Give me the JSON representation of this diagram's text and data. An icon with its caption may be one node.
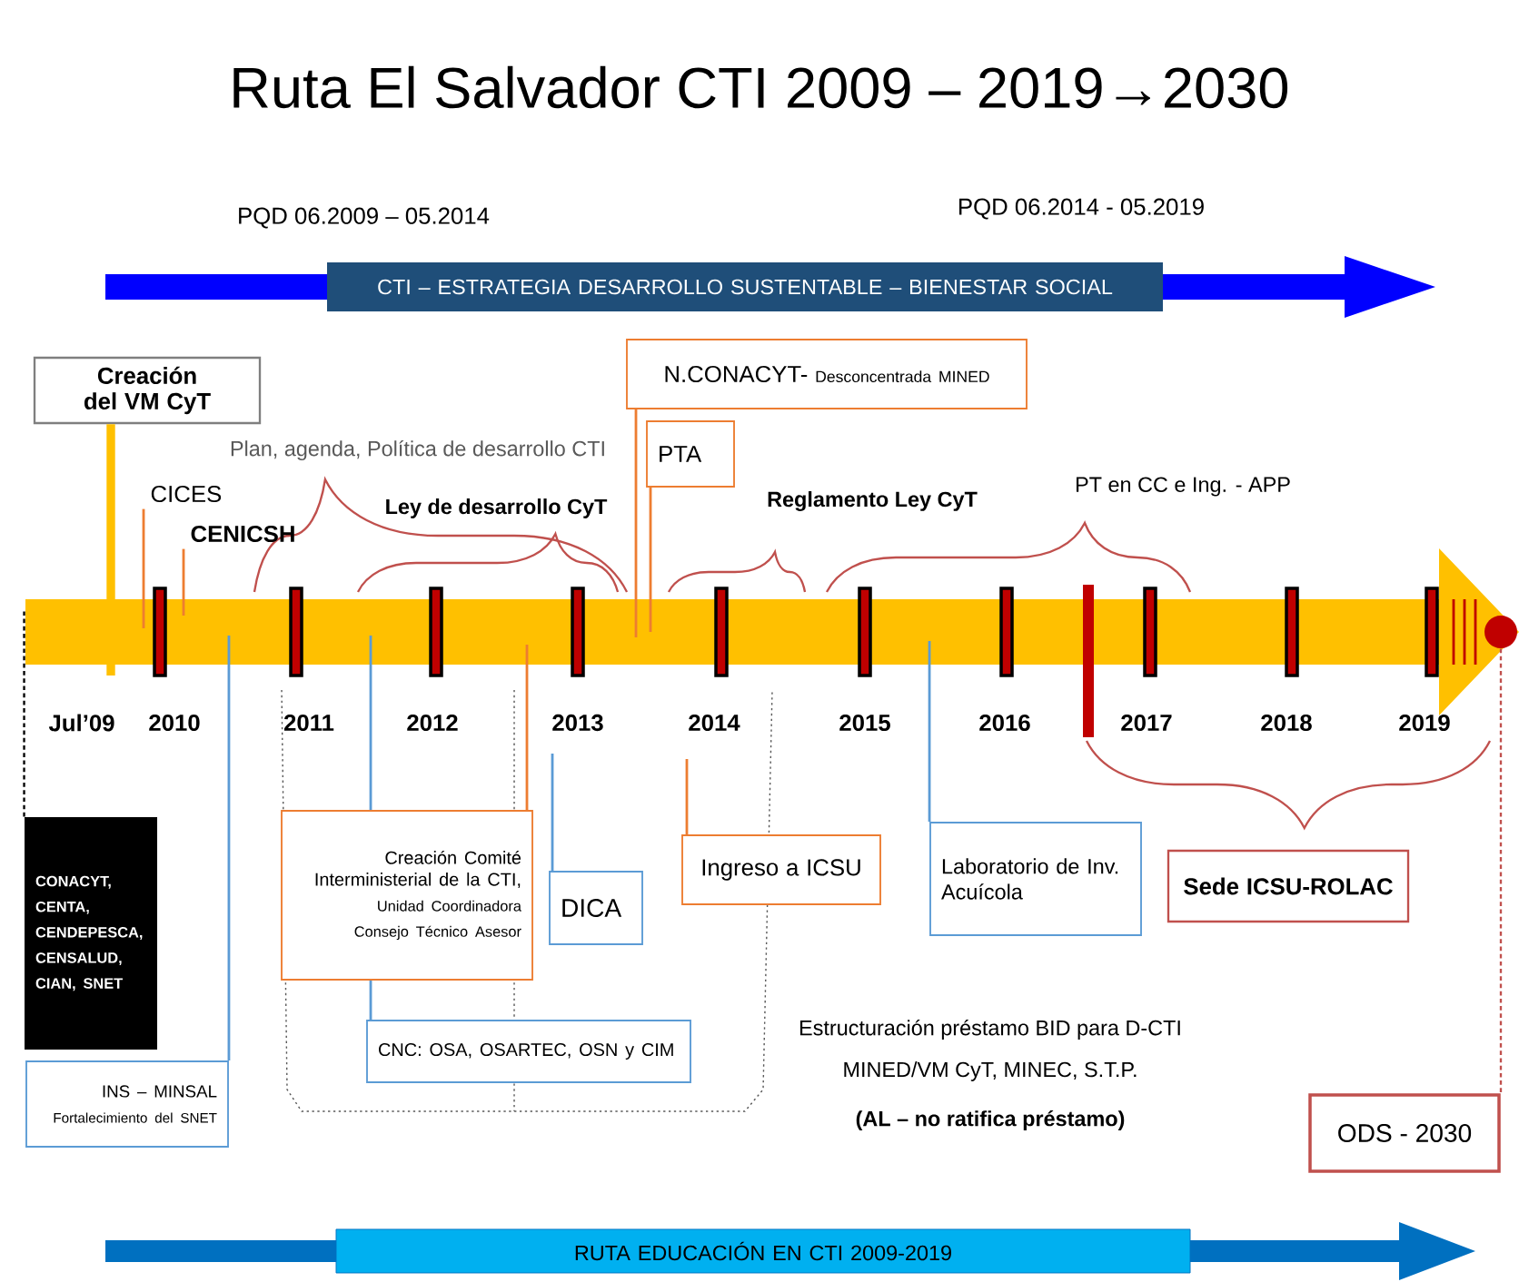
{
  "diagram": {
    "title": "Ruta El Salvador CTI 2009 – 2019→2030",
    "nodes": [
      {
        "text": [
          "CTI – ESTRATEGIA  DESARROLLO  SUSTENTABLE –  BIENESTAR  SOCIAL"
        ]
      },
      {
        "text": [
          "Creación del VM CyT"
        ]
      },
      {
        "text": [
          "N.CONACYT-",
          "Desconcentrada MINED"
        ]
      },
      {
        "text": [
          "PTA"
        ]
      },
      {
        "text": [
          "CICES"
        ]
      },
      {
        "text": [
          "CENICSH"
        ]
      },
      {
        "text": [],
        "shape": "circle"
      },
      {
        "text": [
          "Creación Comité Interministerial de la CTI,",
          "Unidad Coordinadora Consejo Técnico Asesor"
        ]
      },
      {
        "text": [
          "DICA"
        ]
      },
      {
        "text": [
          "Ingreso a ICSU"
        ]
      },
      {
        "text": [
          "Laboratorio de Inv. Acuícola"
        ]
      },
      {
        "text": [
          "Sede ICSU-ROLAC"
        ]
      },
      {
        "text": [
          "CONACYT, CENTA, CENDEPESCA, CENSALUD, CIAN, SNET"
        ]
      },
      {
        "text": [
          "CNC: OSA, OSARTEC, OSN y CIM"
        ]
      },
      {
        "text": [
          "INS – MINSAL",
          "Fortalecimiento del SNET"
        ]
      },
      {
        "text": [
          "ODS - 2030"
        ]
      },
      {
        "text": [
          "RUTA EDUCACIÓN EN CTI 2009-2019"
        ]
      }
    ],
    "edges": [
      {
        "from": 1,
        "to": null,
        "arrow": "none",
        "style": "thick",
        "color": "#ffc000"
      },
      {
        "from": 4,
        "to": null,
        "arrow": "none"
      },
      {
        "from": 5,
        "to": null,
        "arrow": "none"
      },
      {
        "from": 2,
        "to": null,
        "arrow": "none"
      },
      {
        "from": 3,
        "to": null,
        "arrow": "none"
      },
      {
        "from": 7,
        "to": null,
        "arrow": "none"
      },
      {
        "from": 7,
        "to": null,
        "arrow": "none",
        "color": "#5b9bd5"
      },
      {
        "from": 7,
        "to": 13,
        "arrow": "none",
        "color": "#5b9bd5"
      },
      {
        "from": 8,
        "to": null,
        "arrow": "none",
        "color": "#5b9bd5"
      },
      {
        "from": 9,
        "to": null,
        "arrow": "none"
      },
      {
        "from": 10,
        "to": null,
        "arrow": "none",
        "color": "#5b9bd5"
      },
      {
        "from": 12,
        "to": null,
        "arrow": "none",
        "style": "dashed",
        "color": "#000000"
      },
      {
        "from": 14,
        "to": null,
        "arrow": "none",
        "color": "#5b9bd5"
      },
      {
        "from": 6,
        "to": 15,
        "arrow": "none",
        "style": "dashed",
        "color": "#c0504d"
      }
    ],
    "labels": [
      "PQD  06.2009 – 05.2014",
      "PQD  06.2014 - 05.2019",
      "Plan, agenda, Política de desarrollo CTI",
      "Ley de desarrollo CyT",
      "Reglamento Ley CyT",
      "PT en CC e Ing. - APP",
      "Jul’09",
      "2010",
      "2011",
      "2012",
      "2013",
      "2014",
      "2015",
      "2016",
      "2017",
      "2018",
      "2019",
      "Estructuración préstamo BID para D-CTI",
      "MINED/VM CyT, MINEC, S.T.P.",
      "(AL – no ratifica préstamo)"
    ]
  }
}
